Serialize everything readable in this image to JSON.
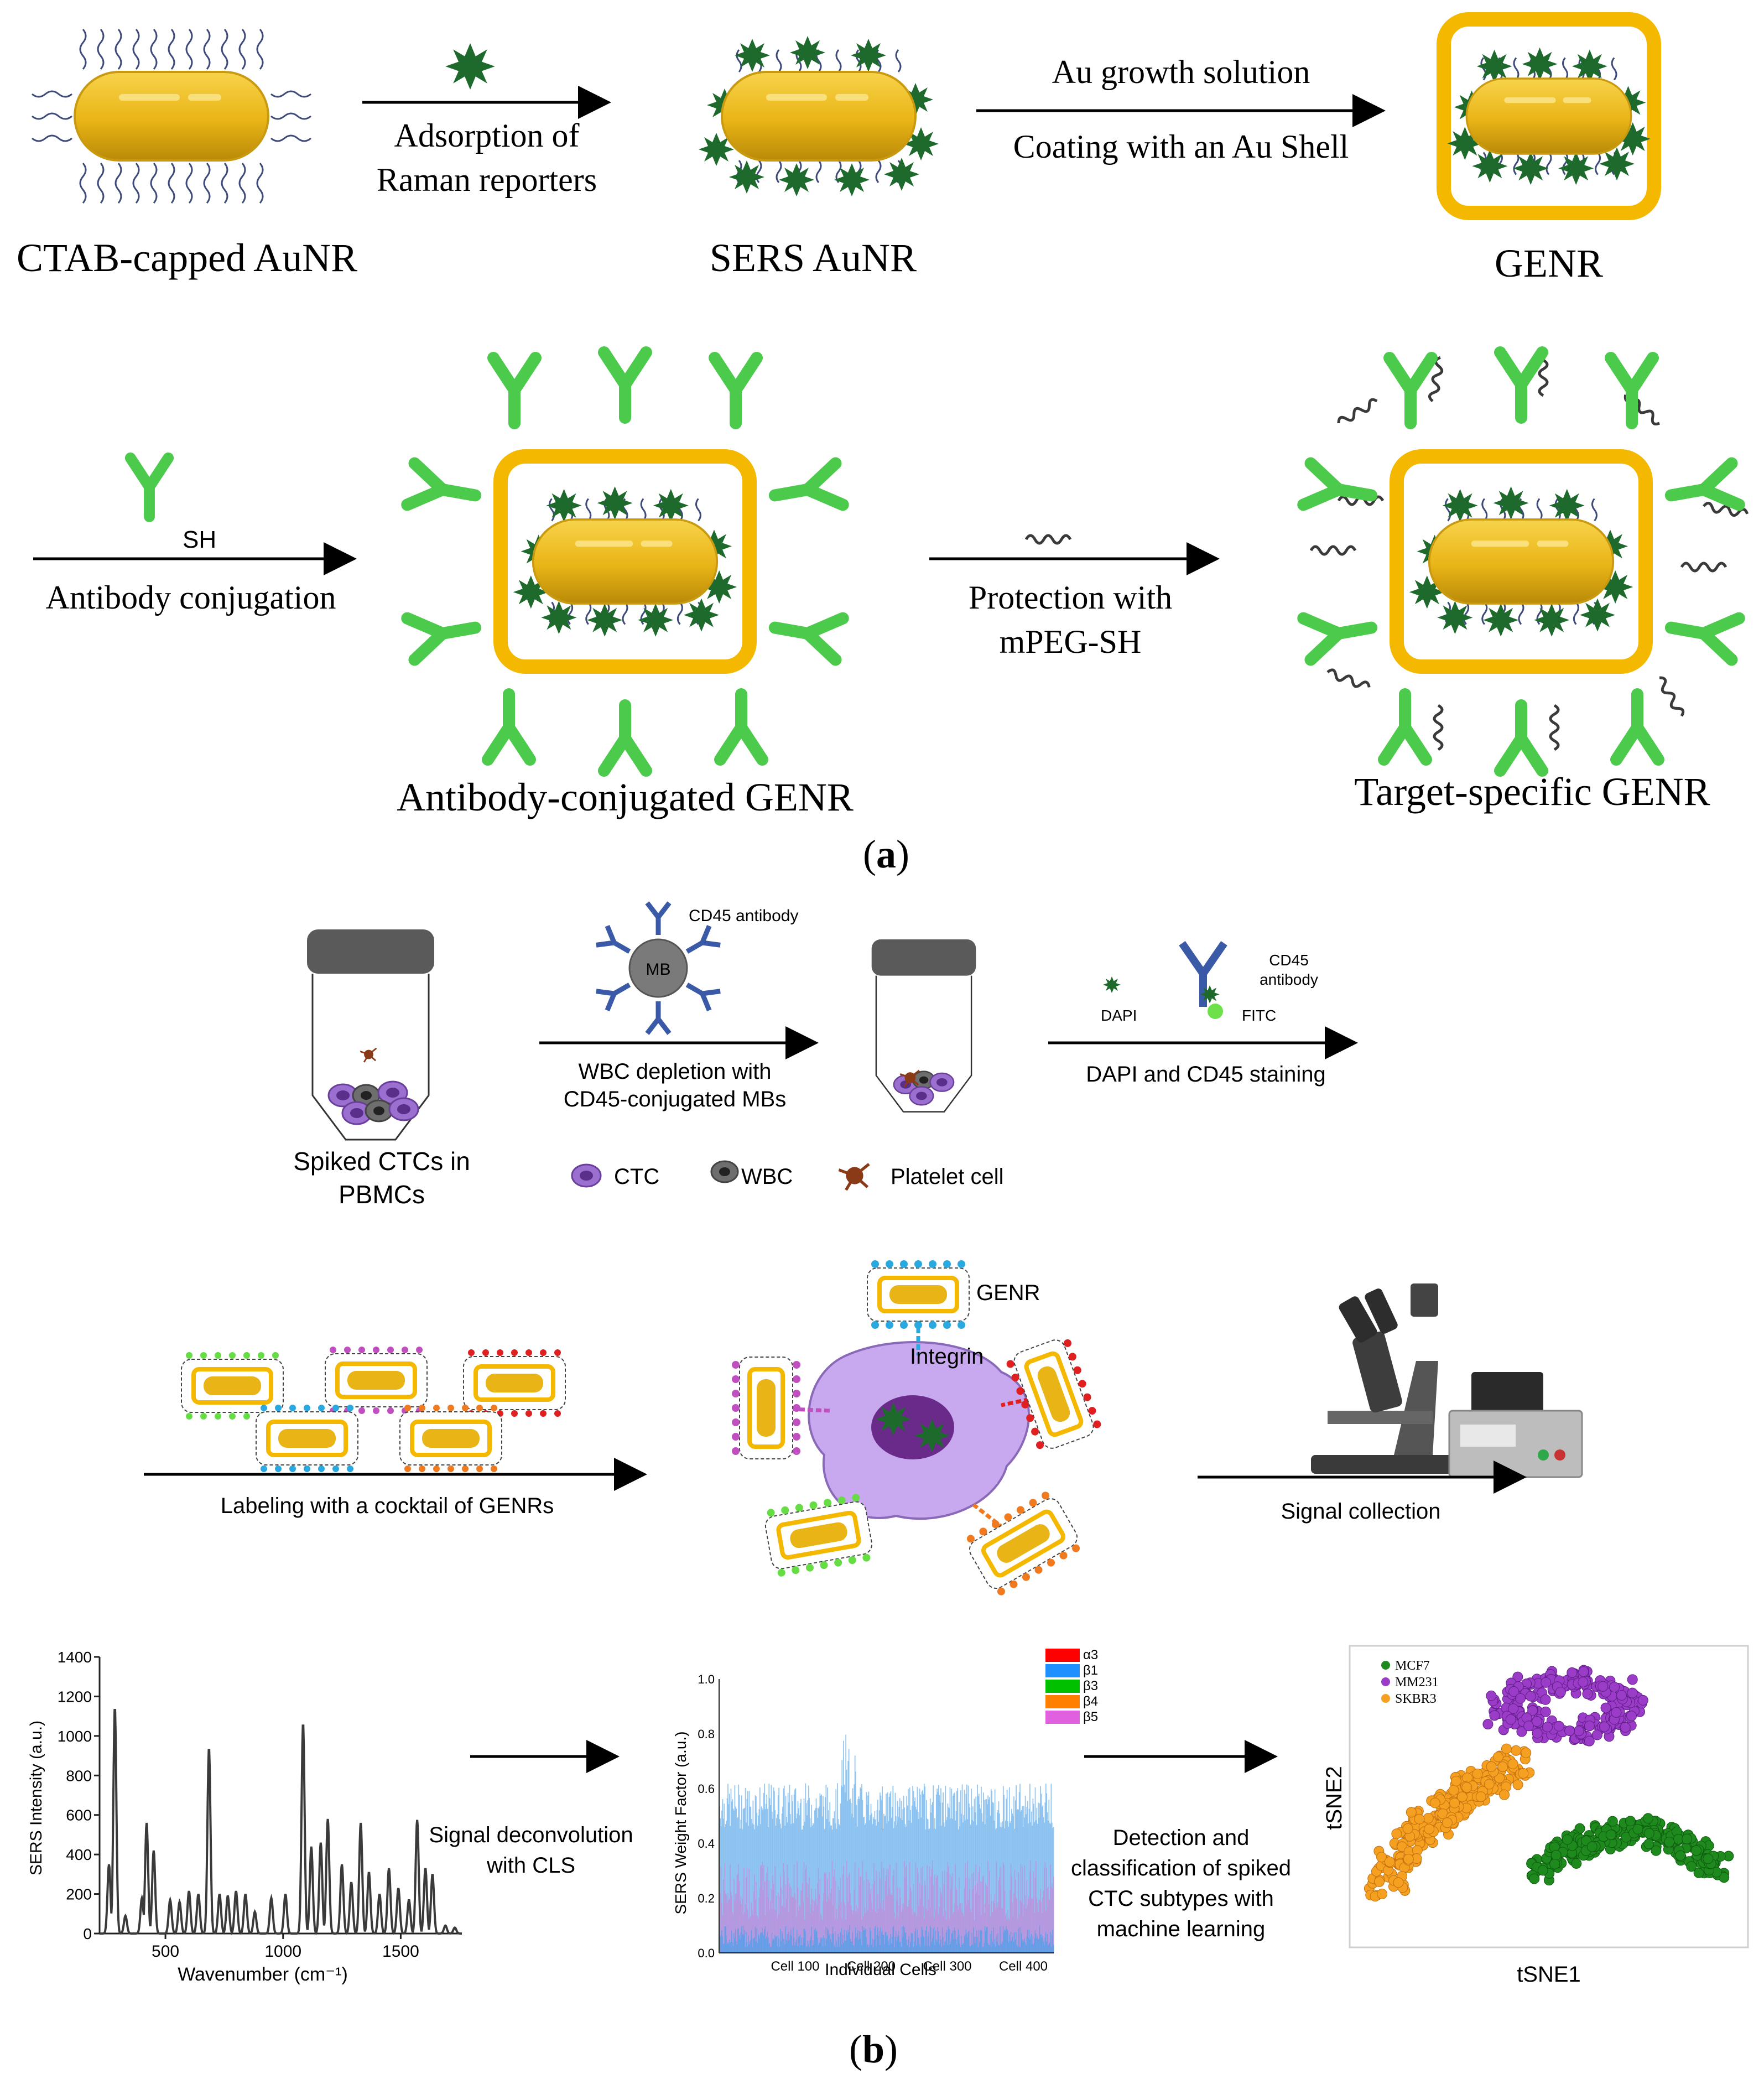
{
  "panel_a": {
    "labels": {
      "ctab": "CTAB-capped AuNR",
      "sers": "SERS AuNR",
      "genr": "GENR",
      "ab_genr": "Antibody-conjugated GENR",
      "target_genr": "Target-specific GENR"
    },
    "arrows": {
      "adsorption_1": "Adsorption of",
      "adsorption_2": "Raman reporters",
      "growth_1": "Au growth solution",
      "growth_2": "Coating with an Au Shell",
      "sh": "SH",
      "antibody_conj": "Antibody conjugation",
      "protect_1": "Protection with",
      "protect_2": "mPEG-SH"
    },
    "caption": "a"
  },
  "panel_b": {
    "row1": {
      "cd45_antibody": "CD45 antibody",
      "mb": "MB",
      "wbc_depletion_1": "WBC depletion with",
      "wbc_depletion_2": "CD45-conjugated MBs",
      "spiked_1": "Spiked CTCs in",
      "spiked_2": "PBMCs",
      "dapi": "DAPI",
      "fitc": "FITC",
      "cd45_1": "CD45",
      "cd45_2": "antibody",
      "staining": "DAPI and CD45 staining",
      "legend_ctc": "CTC",
      "legend_wbc": "WBC",
      "legend_platelet": "Platelet cell"
    },
    "row2": {
      "genr": "GENR",
      "integrin": "Integrin",
      "labeling": "Labeling with a cocktail of GENRs",
      "signal_collection": "Signal collection"
    },
    "row3": {
      "deconv_1": "Signal deconvolution",
      "deconv_2": "with CLS",
      "detect_1": "Detection and",
      "detect_2": "classification of spiked",
      "detect_3": "CTC subtypes with",
      "detect_4": "machine learning"
    },
    "caption": "b"
  },
  "colors": {
    "gold": "#f5b800",
    "rod": "#f0c020",
    "reporter": "#1a6b2a",
    "antibody": "#55d055",
    "ctab": "#3d4a7a"
  },
  "chart_data": [
    {
      "type": "line",
      "xlabel": "Wavenumber (cm⁻¹)",
      "ylabel": "SERS Intensity (a.u.)",
      "xlim": [
        220,
        1760
      ],
      "ylim": [
        0,
        1400
      ],
      "xticks": [
        500,
        1000,
        1500
      ],
      "yticks": [
        0,
        200,
        400,
        600,
        800,
        1000,
        1200,
        1400
      ],
      "peaks": [
        {
          "x": 260,
          "y": 350
        },
        {
          "x": 285,
          "y": 1145
        },
        {
          "x": 330,
          "y": 90
        },
        {
          "x": 400,
          "y": 180
        },
        {
          "x": 420,
          "y": 560
        },
        {
          "x": 450,
          "y": 420
        },
        {
          "x": 520,
          "y": 170
        },
        {
          "x": 560,
          "y": 160
        },
        {
          "x": 600,
          "y": 215
        },
        {
          "x": 640,
          "y": 200
        },
        {
          "x": 685,
          "y": 940
        },
        {
          "x": 730,
          "y": 200
        },
        {
          "x": 765,
          "y": 190
        },
        {
          "x": 800,
          "y": 215
        },
        {
          "x": 840,
          "y": 200
        },
        {
          "x": 880,
          "y": 110
        },
        {
          "x": 950,
          "y": 180
        },
        {
          "x": 1010,
          "y": 200
        },
        {
          "x": 1085,
          "y": 1065
        },
        {
          "x": 1120,
          "y": 440
        },
        {
          "x": 1160,
          "y": 460
        },
        {
          "x": 1190,
          "y": 580
        },
        {
          "x": 1250,
          "y": 350
        },
        {
          "x": 1290,
          "y": 260
        },
        {
          "x": 1330,
          "y": 560
        },
        {
          "x": 1365,
          "y": 310
        },
        {
          "x": 1410,
          "y": 200
        },
        {
          "x": 1450,
          "y": 330
        },
        {
          "x": 1490,
          "y": 230
        },
        {
          "x": 1535,
          "y": 170
        },
        {
          "x": 1570,
          "y": 575
        },
        {
          "x": 1605,
          "y": 330
        },
        {
          "x": 1635,
          "y": 300
        },
        {
          "x": 1690,
          "y": 40
        },
        {
          "x": 1730,
          "y": 30
        }
      ]
    },
    {
      "type": "bar",
      "xlabel": "Individual Cells",
      "ylabel": "SERS Weight Factor (a.u.)",
      "ylim": [
        0,
        1.0
      ],
      "yticks": [
        "0.0",
        "0.2",
        "0.4",
        "0.6",
        "0.8",
        "1.0"
      ],
      "xticks": [
        "Cell 100",
        "Cell 200",
        "Cell 300",
        "Cell 400"
      ],
      "n_cells": 440,
      "series": [
        {
          "name": "α3",
          "color": "#ff0000",
          "typical": 0.02
        },
        {
          "name": "β1",
          "color": "#1e90ff",
          "typical": 0.6
        },
        {
          "name": "β3",
          "color": "#00c000",
          "typical": 0.03
        },
        {
          "name": "β4",
          "color": "#ff8000",
          "typical": 0.02
        },
        {
          "name": "β5",
          "color": "#e060e0",
          "typical": 0.25
        }
      ]
    },
    {
      "type": "scatter",
      "xlabel": "tSNE1",
      "ylabel": "tSNE2",
      "series": [
        {
          "name": "MCF7",
          "color": "#1e8a1e"
        },
        {
          "name": "MM231",
          "color": "#9b3cc8"
        },
        {
          "name": "SKBR3",
          "color": "#f5a020"
        }
      ]
    }
  ]
}
